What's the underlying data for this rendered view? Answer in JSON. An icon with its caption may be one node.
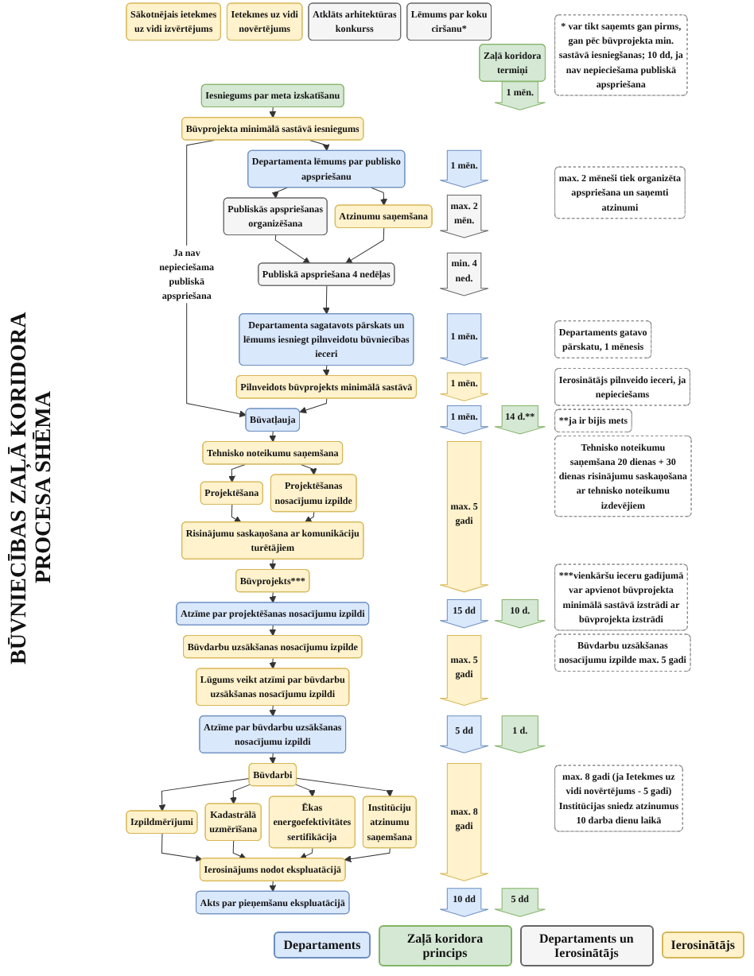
{
  "diagram": {
    "title": "BŪVNIECĪBAS ZAĻĀ KORIDORA PROCESA SHĒMA",
    "nodes": [
      {
        "text": [
          "Sākotnējais ietekmes uz vidi izvērtējums"
        ]
      },
      {
        "text": [
          "Ietekmes uz vidi novērtējums"
        ]
      },
      {
        "text": [
          "Atklāts arhitektūras konkurss"
        ]
      },
      {
        "text": [
          "Lēmums par koku ciršanu*"
        ]
      },
      {
        "text": [
          "* var tikt saņemts gan pirms, gan pēc būvprojekta min. sastāvā iesniegšanas; 10 dd, ja nav nepieciešama publiskā apspriešana"
        ]
      },
      {
        "text": [
          "Zaļā koridora termiņi"
        ]
      },
      {
        "text": [
          "Iesniegums par meta izskatīšanu"
        ]
      },
      {
        "text": [
          "1 mēn."
        ]
      },
      {
        "text": [
          "Būvprojekta minimālā sastāvā iesniegums"
        ]
      },
      {
        "text": [
          "Departamenta lēmums par publisko apspriešanu"
        ]
      },
      {
        "text": [
          "1 mēn."
        ]
      },
      {
        "text": [
          "max. 2 mēneši tiek organizēta apspriešana un saņemti atzinumi"
        ]
      },
      {
        "text": [
          "Publiskās apspriešanas organizēšana"
        ]
      },
      {
        "text": [
          "Atzinumu saņemšana"
        ]
      },
      {
        "text": [
          "max. 2 mēn."
        ]
      },
      {
        "text": [
          "Publiskā apspriešana 4 nedēļas"
        ]
      },
      {
        "text": [
          "min. 4 ned."
        ]
      },
      {
        "text": [
          "Departamenta sagatavots pārskats un lēmums iesniegt pilnveidotu būvniecības ieceri"
        ]
      },
      {
        "text": [
          "1 mēn."
        ]
      },
      {
        "text": [
          "Departaments gatavo pārskatu, 1 mēnesis"
        ]
      },
      {
        "text": [
          "Pilnveidots būvprojekts minimālā sastāvā"
        ]
      },
      {
        "text": [
          "1 mēn."
        ]
      },
      {
        "text": [
          "Ierosinātājs pilnveido ieceri, ja nepieciešams"
        ]
      },
      {
        "text": [
          "Būvatļauja"
        ]
      },
      {
        "text": [
          "1 mēn."
        ]
      },
      {
        "text": [
          "14 d.**"
        ]
      },
      {
        "text": [
          "**ja ir bijis mets"
        ]
      },
      {
        "text": [
          "Tehnisko noteikumu saņemšana"
        ]
      },
      {
        "text": [
          "max. 5 gadi"
        ]
      },
      {
        "text": [
          "Tehnisko noteikumu saņemšana 20 dienas + 30 dienas risinājumu saskaņošana ar tehnisko noteikumu izdevējiem"
        ]
      },
      {
        "text": [
          "Projektēšana"
        ]
      },
      {
        "text": [
          "Projektēšanas nosacījumu izpilde"
        ]
      },
      {
        "text": [
          "Risinājumu saskaņošana ar komunikāciju turētājiem"
        ]
      },
      {
        "text": [
          "Būvprojekts***"
        ]
      },
      {
        "text": [
          "***vienkāršu ieceru gadījumā var apvienot būvprojekta minimālā sastāvā izstrādi ar būvprojekta izstrādi"
        ]
      },
      {
        "text": [
          "Atzīme par projektēšanas nosacījumu izpildi"
        ]
      },
      {
        "text": [
          "15 dd"
        ]
      },
      {
        "text": [
          "10 d."
        ]
      },
      {
        "text": [
          "Būvdarbu uzsākšanas nosacījumu izpilde"
        ]
      },
      {
        "text": [
          "max. 5 gadi"
        ]
      },
      {
        "text": [
          "Būvdarbu uzsākšanas nosacījumu izpilde max. 5 gadi"
        ]
      },
      {
        "text": [
          "Lūgums veikt atzīmi par būvdarbu uzsākšanas nosacījumu izpildi"
        ]
      },
      {
        "text": [
          "Atzīme par būvdarbu uzsākšanas nosacījumu izpildi"
        ]
      },
      {
        "text": [
          "5 dd"
        ]
      },
      {
        "text": [
          "1 d."
        ]
      },
      {
        "text": [
          "Būvdarbi"
        ]
      },
      {
        "text": [
          "max. 8 gadi"
        ]
      },
      {
        "text": [
          "max. 8 gadi (ja Ietekmes uz vidi novērtējums - 5 gadi) Institūcijas sniedz atzinumus 10 darba dienu laikā"
        ]
      },
      {
        "text": [
          "Izpildmērījumi"
        ]
      },
      {
        "text": [
          "Kadastrālā uzmērīšana"
        ]
      },
      {
        "text": [
          "Ēkas energoefektivitātes sertifikācija"
        ]
      },
      {
        "text": [
          "Institūciju atzinumu saņemšana"
        ]
      },
      {
        "text": [
          "Ierosinājums nodot ekspluatācijā"
        ]
      },
      {
        "text": [
          "Akts par pieņemšanu ekspluatācijā"
        ]
      },
      {
        "text": [
          "10 dd"
        ]
      },
      {
        "text": [
          "5 dd"
        ]
      }
    ],
    "edges": [
      {
        "from": 6,
        "to": 8,
        "arrow": "to"
      },
      {
        "from": 8,
        "to": 23,
        "arrow": "to",
        "label": "Ja nav nepieciešama publiskā apspriešana"
      },
      {
        "from": 8,
        "to": 9,
        "arrow": "to"
      },
      {
        "from": 9,
        "to": 12,
        "arrow": "to"
      },
      {
        "from": 9,
        "to": 13,
        "arrow": "to"
      },
      {
        "from": 12,
        "to": 15,
        "arrow": "to"
      },
      {
        "from": 13,
        "to": 15,
        "arrow": "to"
      },
      {
        "from": 15,
        "to": 17,
        "arrow": "to"
      },
      {
        "from": 17,
        "to": 20,
        "arrow": "to"
      },
      {
        "from": 20,
        "to": 23,
        "arrow": "to"
      },
      {
        "from": 23,
        "to": 27,
        "arrow": "to"
      },
      {
        "from": 27,
        "to": 30,
        "arrow": "to"
      },
      {
        "from": 27,
        "to": 31,
        "arrow": "to"
      },
      {
        "from": 30,
        "to": 32,
        "arrow": "to"
      },
      {
        "from": 31,
        "to": 32,
        "arrow": "to"
      },
      {
        "from": 32,
        "to": 33,
        "arrow": "to"
      },
      {
        "from": 33,
        "to": 35,
        "arrow": "to"
      },
      {
        "from": 35,
        "to": 38,
        "arrow": "to"
      },
      {
        "from": 38,
        "to": 41,
        "arrow": "to"
      },
      {
        "from": 41,
        "to": 42,
        "arrow": "to"
      },
      {
        "from": 42,
        "to": 45,
        "arrow": "to"
      },
      {
        "from": 45,
        "to": 48,
        "arrow": "to"
      },
      {
        "from": 45,
        "to": 49,
        "arrow": "to"
      },
      {
        "from": 45,
        "to": 50,
        "arrow": "to"
      },
      {
        "from": 45,
        "to": 51,
        "arrow": "to"
      },
      {
        "from": 48,
        "to": 52,
        "arrow": "to"
      },
      {
        "from": 49,
        "to": 52,
        "arrow": "to"
      },
      {
        "from": 50,
        "to": 52,
        "arrow": "to"
      },
      {
        "from": 51,
        "to": 52,
        "arrow": "to"
      },
      {
        "from": 52,
        "to": 53,
        "arrow": "to"
      }
    ],
    "legend": [
      {
        "text": "Departaments",
        "color": "#dae8fc"
      },
      {
        "text": "Zaļā koridora princips",
        "color": "#d5e8d4"
      },
      {
        "text": "Departaments un Ierosinātājs",
        "color": "#f5f5f5"
      },
      {
        "text": "Ierosinātājs",
        "color": "#fff2cc"
      }
    ]
  }
}
